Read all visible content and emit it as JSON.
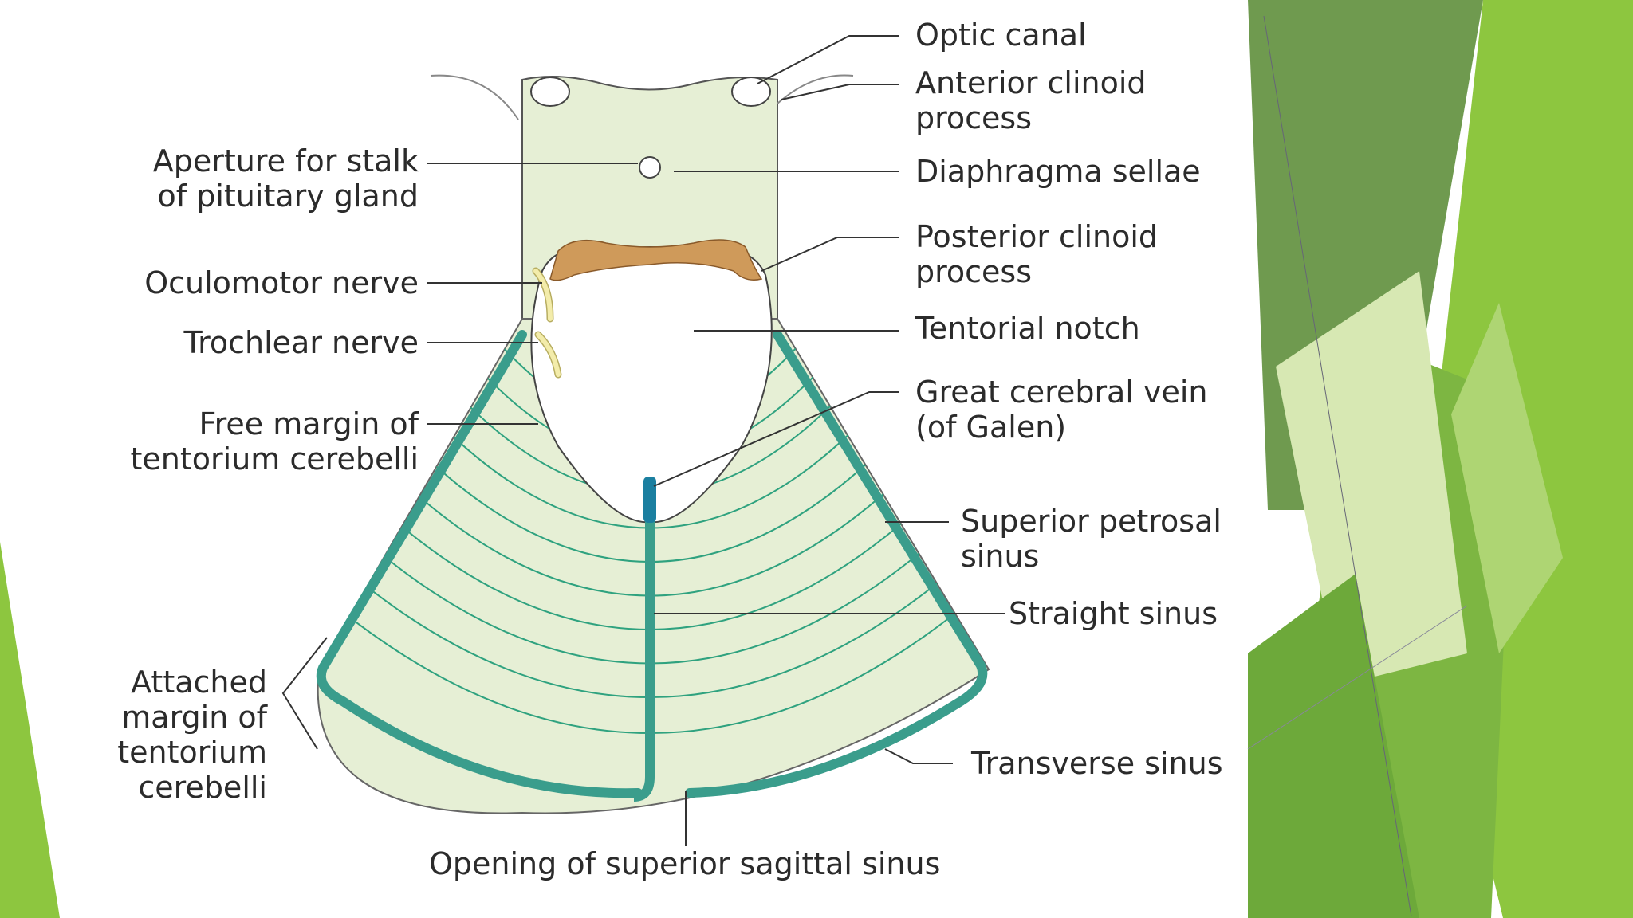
{
  "colors": {
    "background": "#ffffff",
    "accent_green_light": "#dbe9c1",
    "accent_green_mid": "#8dc63f",
    "accent_green_dark": "#5f8f3a",
    "tentorium_fill": "#e6efd5",
    "tentorium_lines": "#2fa27f",
    "sinus_teal": "#3a9d8c",
    "vein_blue": "#1b7fa0",
    "clinoid_tan": "#cf9a5a",
    "nerve_yellow": "#f3ecaa",
    "label_text": "#2b2b2b"
  },
  "diagram": {
    "labels_left": {
      "aperture_line1": "Aperture for stalk",
      "aperture_line2": "of pituitary gland",
      "oculomotor": "Oculomotor nerve",
      "trochlear": "Trochlear nerve",
      "free_margin_line1": "Free margin of",
      "free_margin_line2": "tentorium cerebelli",
      "attached_line1": "Attached",
      "attached_line2": "margin of",
      "attached_line3": "tentorium",
      "attached_line4": "cerebelli"
    },
    "labels_right": {
      "optic_canal": "Optic canal",
      "anterior_clinoid_line1": "Anterior clinoid",
      "anterior_clinoid_line2": "process",
      "diaphragma": "Diaphragma sellae",
      "posterior_clinoid_line1": "Posterior clinoid",
      "posterior_clinoid_line2": "process",
      "tentorial_notch": "Tentorial notch",
      "great_vein_line1": "Great cerebral vein",
      "great_vein_line2": "(of Galen)",
      "sup_petrosal_line1": "Superior petrosal",
      "sup_petrosal_line2": "sinus",
      "straight_sinus": "Straight sinus",
      "transverse_sinus": "Transverse sinus"
    },
    "label_bottom": {
      "opening_sss": "Opening of superior sagittal sinus"
    }
  }
}
